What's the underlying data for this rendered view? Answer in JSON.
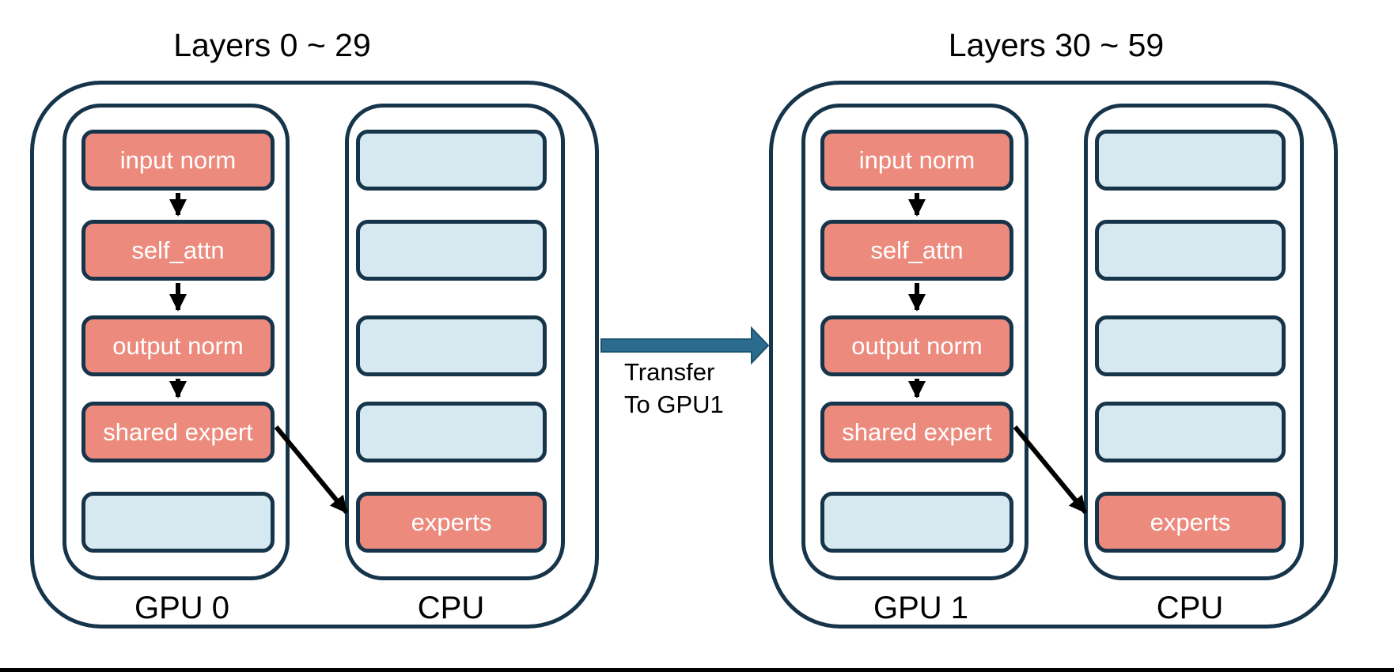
{
  "colors": {
    "salmon": "#EC8B7D",
    "light_blue": "#D7E9F0",
    "navy": "#16344A",
    "arrow_teal": "#2B6B8E",
    "text_white": "#FFFFFF",
    "text_black": "#000000"
  },
  "transfer_arrow": {
    "label_line1": "Transfer",
    "label_line2": "To GPU1"
  },
  "groups": [
    {
      "title": "Layers 0 ~ 29",
      "gpu": {
        "label": "GPU 0",
        "boxes": [
          {
            "text": "input norm",
            "type": "salmon"
          },
          {
            "text": "self_attn",
            "type": "salmon"
          },
          {
            "text": "output norm",
            "type": "salmon"
          },
          {
            "text": "shared expert",
            "type": "salmon"
          },
          {
            "text": "",
            "type": "blue"
          }
        ]
      },
      "cpu": {
        "label": "CPU",
        "boxes": [
          {
            "text": "",
            "type": "blue"
          },
          {
            "text": "",
            "type": "blue"
          },
          {
            "text": "",
            "type": "blue"
          },
          {
            "text": "",
            "type": "blue"
          },
          {
            "text": "experts",
            "type": "salmon"
          }
        ]
      }
    },
    {
      "title": "Layers 30 ~ 59",
      "gpu": {
        "label": "GPU 1",
        "boxes": [
          {
            "text": "input norm",
            "type": "salmon"
          },
          {
            "text": "self_attn",
            "type": "salmon"
          },
          {
            "text": "output norm",
            "type": "salmon"
          },
          {
            "text": "shared expert",
            "type": "salmon"
          },
          {
            "text": "",
            "type": "blue"
          }
        ]
      },
      "cpu": {
        "label": "CPU",
        "boxes": [
          {
            "text": "",
            "type": "blue"
          },
          {
            "text": "",
            "type": "blue"
          },
          {
            "text": "",
            "type": "blue"
          },
          {
            "text": "",
            "type": "blue"
          },
          {
            "text": "experts",
            "type": "salmon"
          }
        ]
      }
    }
  ]
}
